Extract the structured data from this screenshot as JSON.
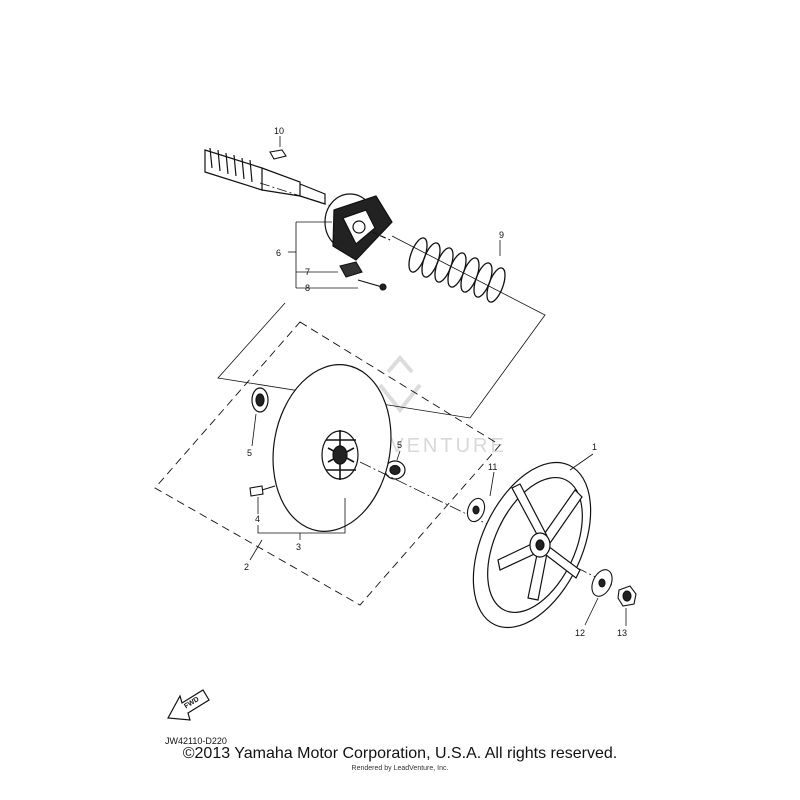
{
  "diagram": {
    "callouts": [
      "1",
      "2",
      "3",
      "4",
      "5",
      "5",
      "6",
      "7",
      "8",
      "9",
      "10",
      "11",
      "12",
      "13"
    ],
    "drawing_code": "JW42110-D220",
    "fwd_label": "FWD",
    "watermark": "LEADVENTURE"
  },
  "footer": {
    "copyright": "©2013 Yamaha Motor Corporation, U.S.A. All rights reserved.",
    "credit": "Rendered by LeadVenture, Inc."
  }
}
